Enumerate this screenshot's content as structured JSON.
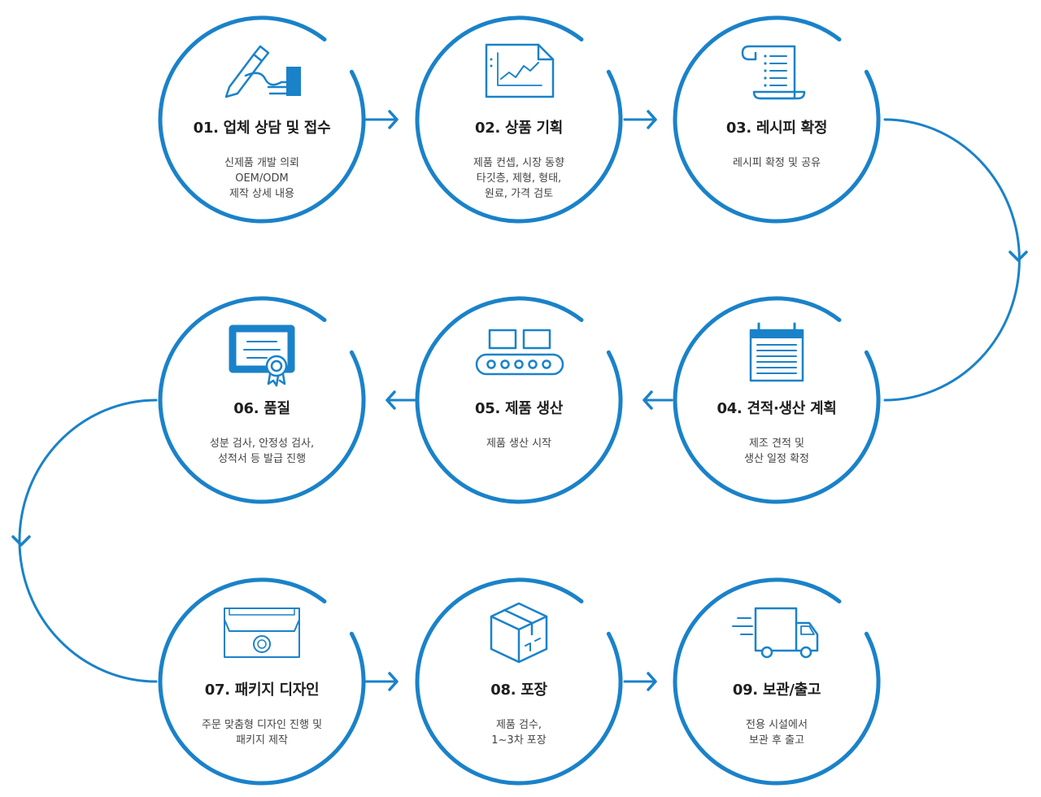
{
  "colors": {
    "accent": "#1a82c9",
    "title": "#1e1e1e",
    "text": "#444444"
  },
  "steps": [
    {
      "title": "01. 업체 상담 및 접수",
      "icon": "pen-signature-icon",
      "lines": [
        "신제품 개발 의뢰",
        "OEM/ODM",
        "제작 상세 내용"
      ]
    },
    {
      "title": "02. 상품 기획",
      "icon": "chart-document-icon",
      "lines": [
        "제품 컨셉, 시장 동향",
        "타깃층, 제형, 형태,",
        "원료, 가격 검토"
      ]
    },
    {
      "title": "03. 레시피 확정",
      "icon": "recipe-scroll-icon",
      "lines": [
        "레시피 확정 및 공유"
      ]
    },
    {
      "title": "04. 견적·생산 계획",
      "icon": "calendar-icon",
      "lines": [
        "제조 견적 및",
        "생산 일정 확정"
      ]
    },
    {
      "title": "05. 제품 생산",
      "icon": "conveyor-belt-icon",
      "lines": [
        "제품 생산 시작"
      ]
    },
    {
      "title": "06. 품질",
      "icon": "certificate-icon",
      "lines": [
        "성분 검사, 안정성 검사,",
        "성적서 등 발급 진행"
      ]
    },
    {
      "title": "07. 패키지 디자인",
      "icon": "envelope-package-icon",
      "lines": [
        "주문 맞춤형 디자인 진행 및",
        "패키지 제작"
      ]
    },
    {
      "title": "08. 포장",
      "icon": "box-icon",
      "lines": [
        "제품 검수,",
        "1~3차 포장"
      ]
    },
    {
      "title": "09. 보관/출고",
      "icon": "delivery-truck-icon",
      "lines": [
        "전용 시설에서",
        "보관 후 출고"
      ]
    }
  ]
}
